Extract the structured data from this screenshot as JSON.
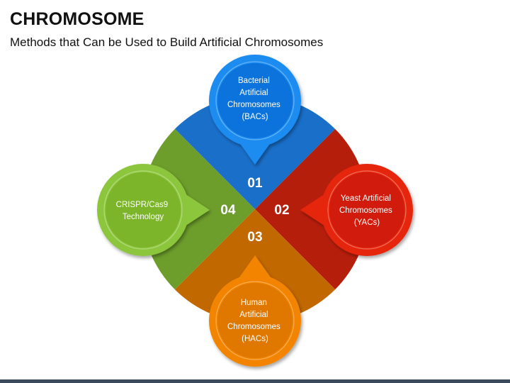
{
  "header": {
    "title": "CHROMOSOME",
    "subtitle": "Methods that Can be Used to Build Artificial Chromosomes"
  },
  "segments": [
    {
      "number": "01",
      "label": [
        "Bacterial",
        "Artificial",
        "Chromosomes",
        "(BACs)"
      ],
      "color": "#1a6fc9",
      "bubble_outer": "#1a8cf0",
      "bubble_inner": "#0e73dc"
    },
    {
      "number": "02",
      "label": [
        "Yeast Artificial",
        "Chromosomes",
        "(YACs)"
      ],
      "color": "#b61e0c",
      "bubble_outer": "#e5260c",
      "bubble_inner": "#d11e08"
    },
    {
      "number": "03",
      "label": [
        "Human",
        "Artificial",
        "Chromosomes",
        "(HACs)"
      ],
      "color": "#c16800",
      "bubble_outer": "#f28400",
      "bubble_inner": "#e07800"
    },
    {
      "number": "04",
      "label": [
        "CRISPR/Cas9",
        "Technology"
      ],
      "color": "#6d9d2b",
      "bubble_outer": "#8cc63c",
      "bubble_inner": "#7bb52c"
    }
  ]
}
